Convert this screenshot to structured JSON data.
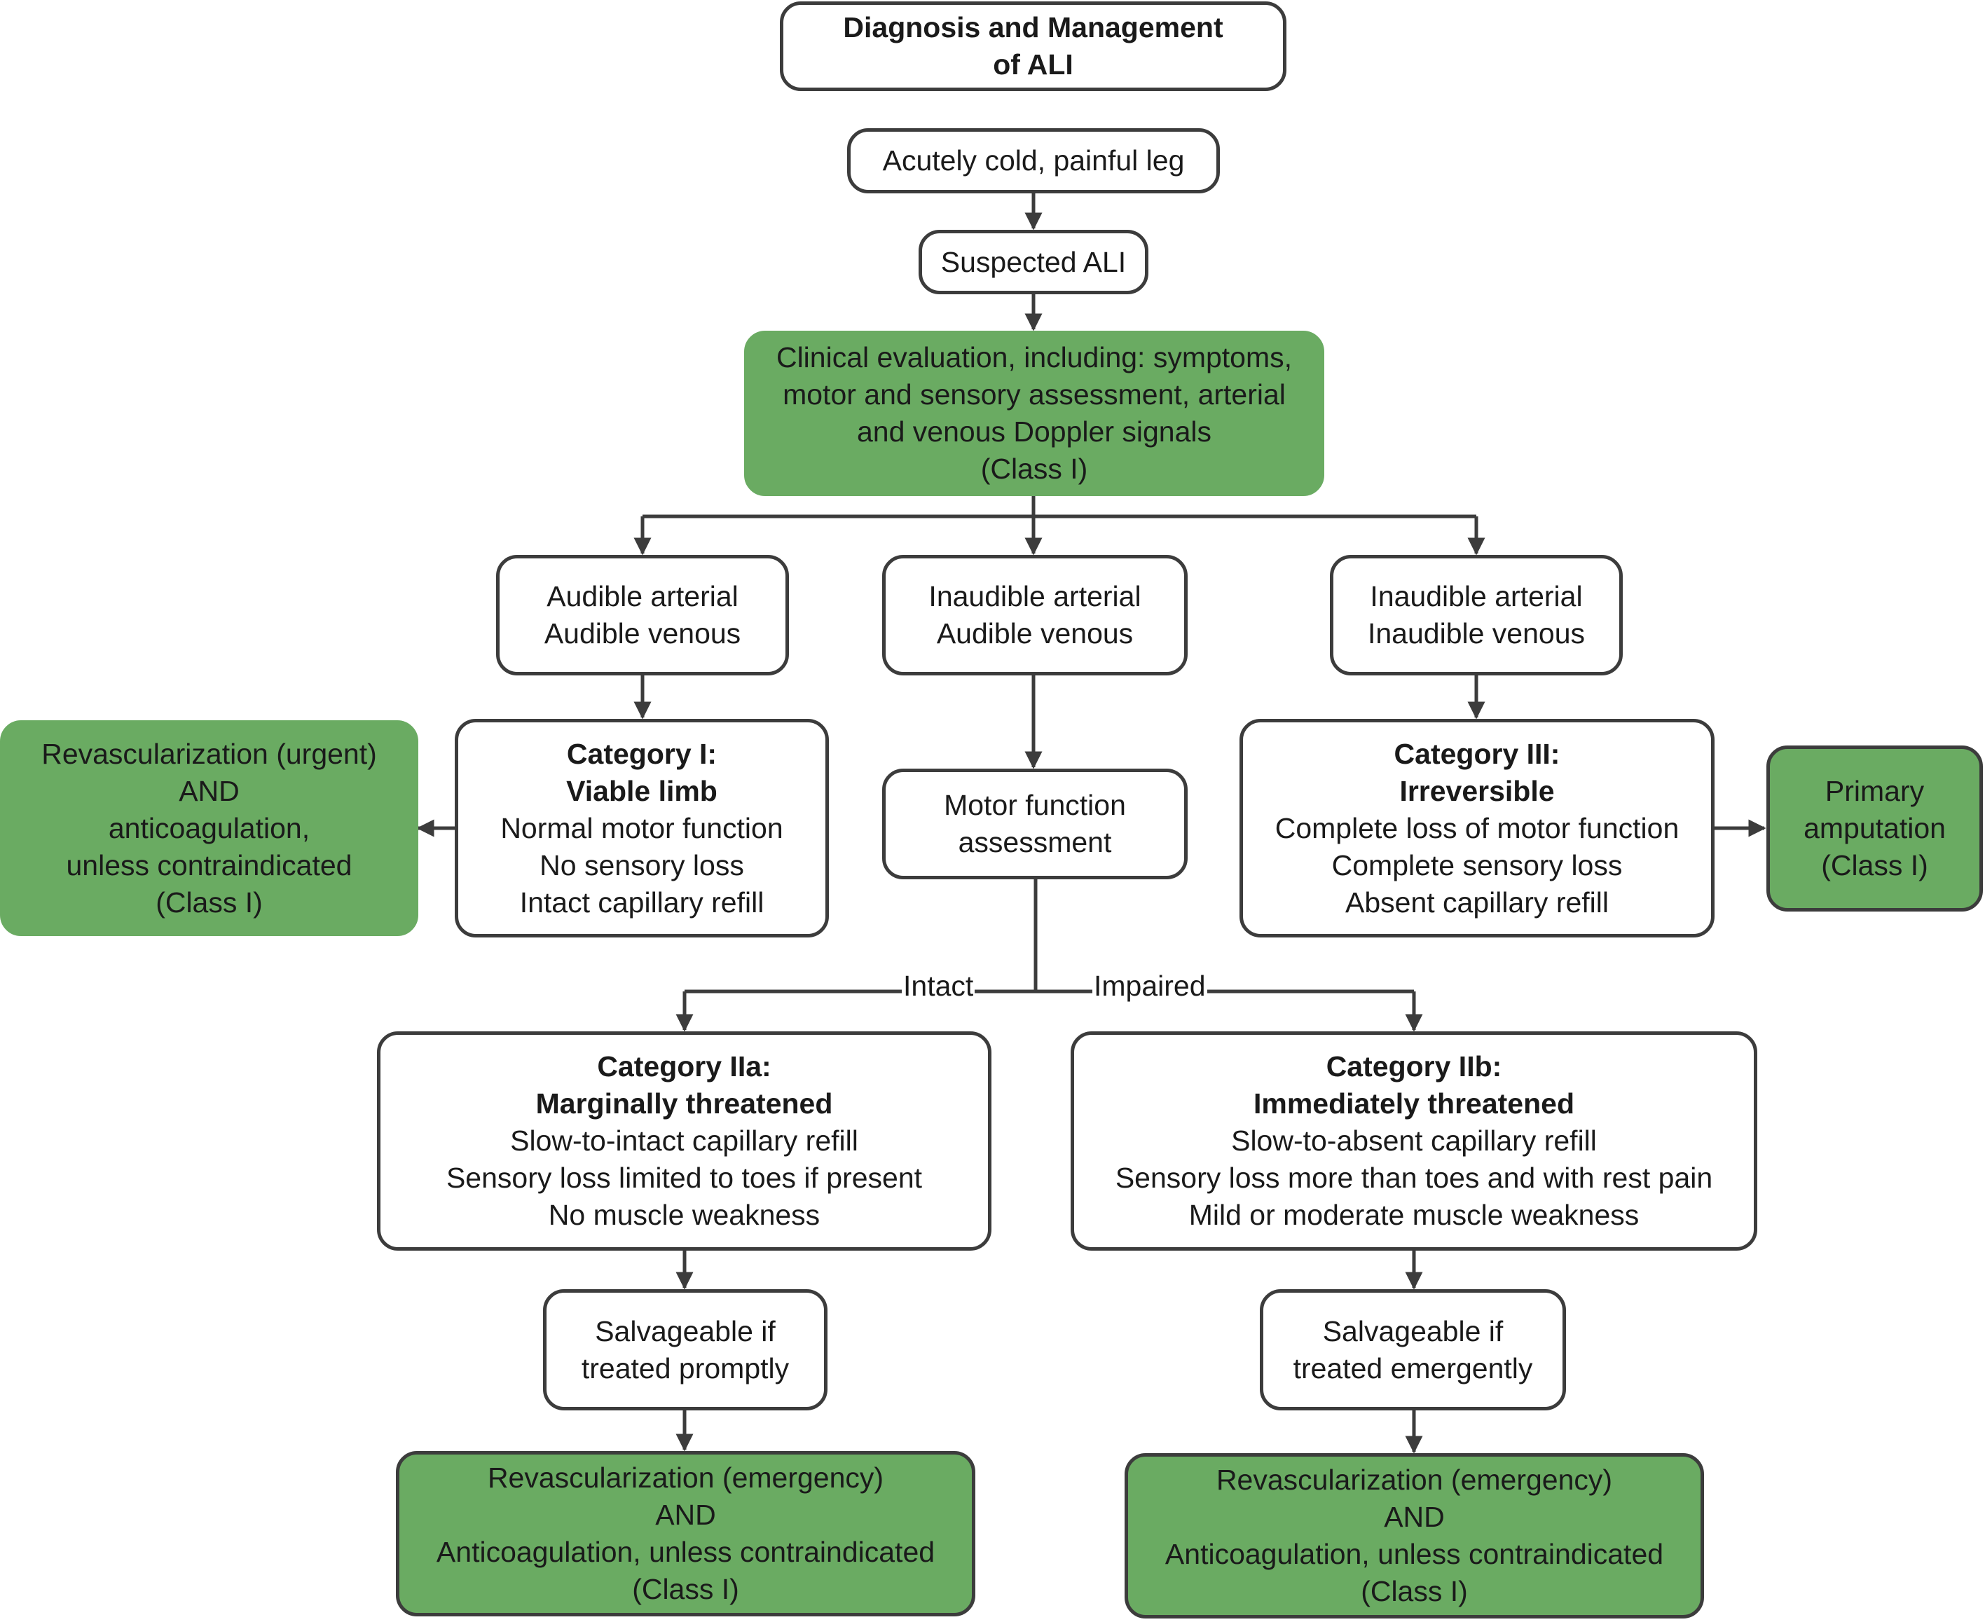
{
  "nodes": {
    "title": {
      "lines": [
        "Diagnosis and Management",
        "of ALI"
      ]
    },
    "cold_leg": {
      "lines": [
        "Acutely cold, painful leg"
      ]
    },
    "suspected": {
      "lines": [
        "Suspected ALI"
      ]
    },
    "clinical_eval": {
      "lines": [
        "Clinical evaluation, including: symptoms,",
        "motor and sensory assessment, arterial",
        "and venous Doppler signals",
        "(Class I)"
      ]
    },
    "audible_audible": {
      "lines": [
        "Audible arterial",
        "Audible venous"
      ]
    },
    "inaudible_audible": {
      "lines": [
        "Inaudible arterial",
        "Audible venous"
      ]
    },
    "inaudible_inaudible": {
      "lines": [
        "Inaudible arterial",
        "Inaudible venous"
      ]
    },
    "revasc_urgent": {
      "lines": [
        "Revascularization (urgent)",
        "AND",
        "anticoagulation,",
        "unless contraindicated",
        "(Class I)"
      ]
    },
    "cat1": {
      "heading": [
        "Category I:",
        "Viable limb"
      ],
      "lines": [
        "Normal motor function",
        "No sensory loss",
        "Intact capillary refill"
      ]
    },
    "motor_assess": {
      "lines": [
        "Motor function",
        "assessment"
      ]
    },
    "cat3": {
      "heading": [
        "Category III:",
        "Irreversible"
      ],
      "lines": [
        "Complete loss of motor function",
        "Complete sensory loss",
        "Absent capillary refill"
      ]
    },
    "amputation": {
      "lines": [
        "Primary",
        "amputation",
        "(Class I)"
      ]
    },
    "cat2a": {
      "heading": [
        "Category IIa:",
        "Marginally threatened"
      ],
      "lines": [
        "Slow-to-intact capillary refill",
        "Sensory loss limited to toes if present",
        "No muscle weakness"
      ]
    },
    "cat2b": {
      "heading": [
        "Category IIb:",
        "Immediately threatened"
      ],
      "lines": [
        "Slow-to-absent capillary refill",
        "Sensory loss more than toes and with rest pain",
        "Mild or moderate muscle weakness"
      ]
    },
    "salv_prompt": {
      "lines": [
        "Salvageable if",
        "treated promptly"
      ]
    },
    "salv_emerg": {
      "lines": [
        "Salvageable if",
        "treated emergently"
      ]
    },
    "revasc_emerg_a": {
      "lines": [
        "Revascularization (emergency)",
        "AND",
        "Anticoagulation, unless contraindicated",
        "(Class I)"
      ]
    },
    "revasc_emerg_b": {
      "lines": [
        "Revascularization (emergency)",
        "AND",
        "Anticoagulation, unless contraindicated",
        "(Class I)"
      ]
    }
  },
  "edge_labels": {
    "intact": "Intact",
    "impaired": "Impaired"
  },
  "colors": {
    "action_fill": "#6aab62",
    "stroke": "#3c3c3c"
  }
}
